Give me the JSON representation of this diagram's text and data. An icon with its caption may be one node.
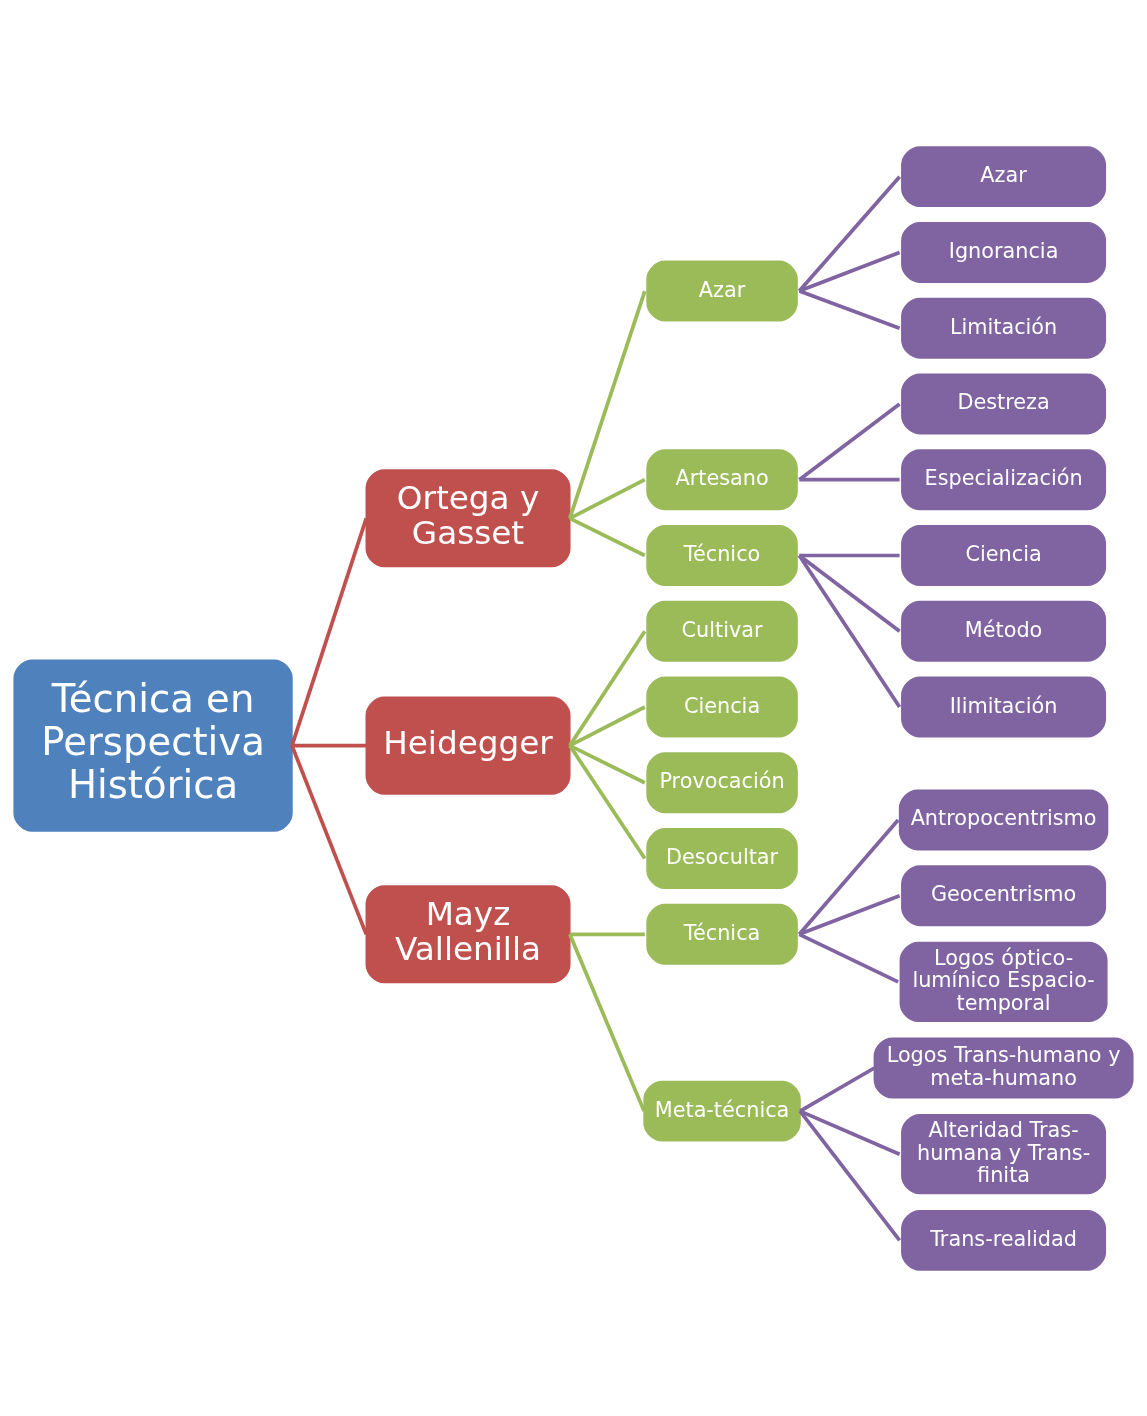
{
  "diagram": {
    "nodes": [
      {
        "text": [
          "Técnica en Perspectiva Histórica"
        ]
      },
      {
        "text": [
          "Ortega y Gasset"
        ]
      },
      {
        "text": [
          "Azar"
        ]
      },
      {
        "text": [
          "Azar"
        ]
      },
      {
        "text": [
          "Ignorancia"
        ]
      },
      {
        "text": [
          "Limitación"
        ]
      },
      {
        "text": [
          "Artesano"
        ]
      },
      {
        "text": [
          "Destreza"
        ]
      },
      {
        "text": [
          "Especialización"
        ]
      },
      {
        "text": [
          "Técnico"
        ]
      },
      {
        "text": [
          "Ciencia"
        ]
      },
      {
        "text": [
          "Método"
        ]
      },
      {
        "text": [
          "Ilimitación"
        ]
      },
      {
        "text": [
          "Heidegger"
        ]
      },
      {
        "text": [
          "Cultivar"
        ]
      },
      {
        "text": [
          "Ciencia"
        ]
      },
      {
        "text": [
          "Provocación"
        ]
      },
      {
        "text": [
          "Desocultar"
        ]
      },
      {
        "text": [
          "Mayz Vallenilla"
        ]
      },
      {
        "text": [
          "Técnica"
        ]
      },
      {
        "text": [
          "Antropocentrismo"
        ]
      },
      {
        "text": [
          "Geocentrismo"
        ]
      },
      {
        "text": [
          "Logos óptico-lumínico Espacio-temporal"
        ]
      },
      {
        "text": [
          "Meta-técnica"
        ]
      },
      {
        "text": [
          "Logos Trans-humano y meta-humano"
        ]
      },
      {
        "text": [
          "Alteridad Tras-humana y Trans-finita"
        ]
      },
      {
        "text": [
          "Trans-realidad"
        ]
      }
    ],
    "edges": [
      {
        "from": 0,
        "to": 1,
        "arrow": "none",
        "color": "#c0504d"
      },
      {
        "from": 1,
        "to": 2,
        "arrow": "none",
        "color": "#9bbb59"
      },
      {
        "from": 2,
        "to": 3,
        "arrow": "none"
      },
      {
        "from": 2,
        "to": 4,
        "arrow": "none"
      },
      {
        "from": 2,
        "to": 5,
        "arrow": "none"
      },
      {
        "from": 1,
        "to": 6,
        "arrow": "none",
        "color": "#9bbb59"
      },
      {
        "from": 6,
        "to": 7,
        "arrow": "none"
      },
      {
        "from": 6,
        "to": 8,
        "arrow": "none"
      },
      {
        "from": 1,
        "to": 9,
        "arrow": "none",
        "color": "#9bbb59"
      },
      {
        "from": 9,
        "to": 10,
        "arrow": "none"
      },
      {
        "from": 9,
        "to": 11,
        "arrow": "none"
      },
      {
        "from": 9,
        "to": 12,
        "arrow": "none"
      },
      {
        "from": 0,
        "to": 13,
        "arrow": "none",
        "color": "#c0504d"
      },
      {
        "from": 13,
        "to": 14,
        "arrow": "none",
        "color": "#9bbb59"
      },
      {
        "from": 13,
        "to": 15,
        "arrow": "none",
        "color": "#9bbb59"
      },
      {
        "from": 13,
        "to": 16,
        "arrow": "none",
        "color": "#9bbb59"
      },
      {
        "from": 13,
        "to": 17,
        "arrow": "none",
        "color": "#9bbb59"
      },
      {
        "from": 0,
        "to": 18,
        "arrow": "none",
        "color": "#c0504d"
      },
      {
        "from": 18,
        "to": 19,
        "arrow": "none",
        "color": "#9bbb59"
      },
      {
        "from": 19,
        "to": 20,
        "arrow": "none"
      },
      {
        "from": 19,
        "to": 21,
        "arrow": "none"
      },
      {
        "from": 19,
        "to": 22,
        "arrow": "none"
      },
      {
        "from": 18,
        "to": 23,
        "arrow": "none",
        "color": "#9bbb59"
      },
      {
        "from": 23,
        "to": 24,
        "arrow": "none"
      },
      {
        "from": 23,
        "to": 25,
        "arrow": "none"
      },
      {
        "from": 23,
        "to": 26,
        "arrow": "none"
      }
    ]
  }
}
